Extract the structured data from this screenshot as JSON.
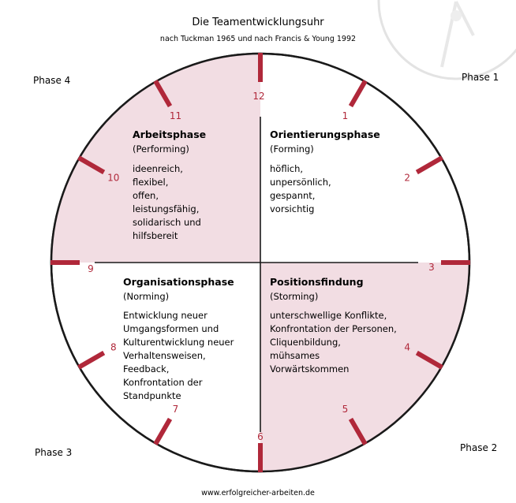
{
  "title": "Die Teamentwicklungsuhr",
  "subtitle": "nach Tuckman 1965 und nach Francis & Young 1992",
  "footer": "www.erfolgreicher-arbeiten.de",
  "colors": {
    "accent": "#b0283a",
    "quadrant_fill": "#f2dde3",
    "line": "#1a1a1a",
    "background_clock": "#e6e6e6"
  },
  "phase_labels": {
    "phase1": "Phase 1",
    "phase2": "Phase 2",
    "phase3": "Phase 3",
    "phase4": "Phase 4"
  },
  "hour_numbers": [
    "12",
    "1",
    "2",
    "3",
    "4",
    "5",
    "6",
    "7",
    "8",
    "9",
    "10",
    "11"
  ],
  "quadrants": {
    "orientierung": {
      "heading": "Orientierungsphase",
      "subheading": "(Forming)",
      "lines": [
        "höflich,",
        "unpersönlich,",
        "gespannt,",
        "vorsichtig"
      ]
    },
    "positionsfindung": {
      "heading": "Positionsfindung",
      "subheading": "(Storming)",
      "lines": [
        "unterschwellige Konflikte,",
        "Konfrontation der Personen,",
        "Cliquenbildung,",
        "mühsames",
        "Vorwärtskommen"
      ]
    },
    "organisation": {
      "heading": "Organisationsphase",
      "subheading": "(Norming)",
      "lines": [
        "Entwicklung neuer",
        "Umgangsformen und",
        "Kulturentwicklung neuer",
        "Verhaltensweisen,",
        "Feedback,",
        "Konfrontation der",
        "Standpunkte"
      ]
    },
    "arbeit": {
      "heading": "Arbeitsphase",
      "subheading": "(Performing)",
      "lines": [
        "ideenreich,",
        "flexibel,",
        "offen,",
        "leistungsfähig,",
        "solidarisch und",
        "hilfsbereit"
      ]
    }
  }
}
